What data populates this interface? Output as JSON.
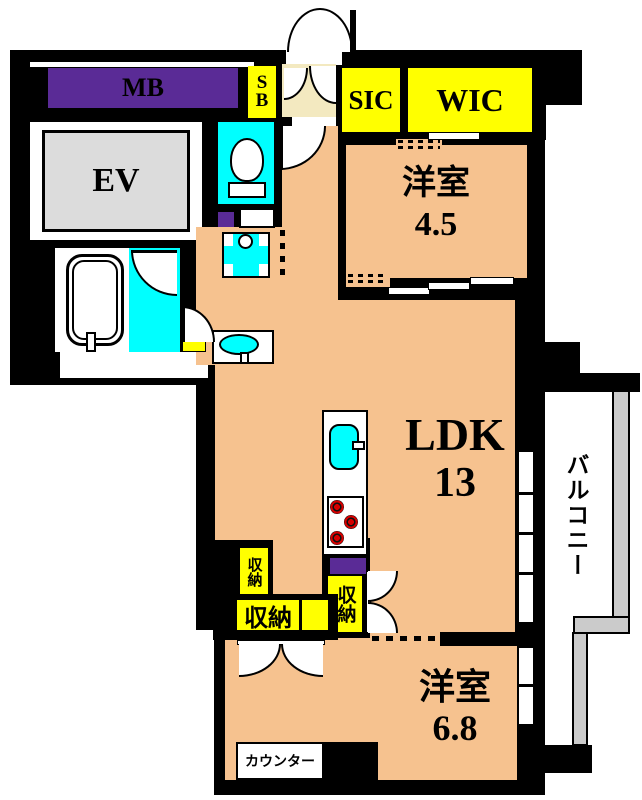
{
  "labels": {
    "mb": "MB",
    "sb_line1": "S",
    "sb_line2": "B",
    "ev": "EV",
    "sic": "SIC",
    "wic": "WIC",
    "room45_name": "洋室",
    "room45_size": "4.5",
    "ldk_name": "LDK",
    "ldk_size": "13",
    "balcony": "バルコニー",
    "storage_a": "収納",
    "storage_b": "収納",
    "storage_c": "収納",
    "room68_name": "洋室",
    "room68_size": "6.8",
    "counter": "カウンター"
  },
  "colors": {
    "wall": "#000000",
    "floor": "#F6C28F",
    "entrance": "#F3E9C0",
    "highlight_yellow": "#FFFF00",
    "utility_purple": "#5A2B96",
    "water_cyan": "#00FFFF",
    "ev_gray": "#DCDCDC",
    "railing_gray": "#CBCBCB"
  }
}
